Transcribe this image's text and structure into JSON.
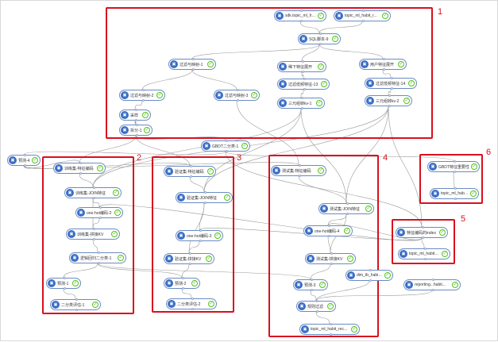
{
  "colors": {
    "group_border": "#d9101e",
    "node_border": "#6a8bc4",
    "icon_fill": "#3b6fc7",
    "status_ok": "#52c41a",
    "edge": "#999999"
  },
  "group_labels": [
    "1",
    "2",
    "3",
    "4",
    "5",
    "6"
  ],
  "nodes": {
    "n1": {
      "label": "sdk.topic_ml_ha...",
      "icon": "table-icon"
    },
    "n2": {
      "label": "topic_ml_habit_r...",
      "icon": "table-icon"
    },
    "n3": {
      "label": "SQL脚本-9",
      "icon": "sql-icon"
    },
    "n4": {
      "label": "过滤与映射-1",
      "icon": "filter-icon"
    },
    "n5": {
      "label": "稀下特征展开",
      "icon": "expand-icon"
    },
    "n6": {
      "label": "用户特征展开",
      "icon": "expand-icon"
    },
    "n7": {
      "label": "过滤低频特征-13",
      "icon": "filter-icon"
    },
    "n8": {
      "label": "过滤低频特征-14",
      "icon": "filter-icon"
    },
    "n9": {
      "label": "过滤与映射-2",
      "icon": "filter-icon"
    },
    "n10": {
      "label": "过滤与映射-3",
      "icon": "filter-icon"
    },
    "n11": {
      "label": "三元组转kv-1",
      "icon": "transform-icon"
    },
    "n12": {
      "label": "三元组转kv-2",
      "icon": "transform-icon"
    },
    "n13": {
      "label": "采样",
      "icon": "sample-icon"
    },
    "n14": {
      "label": "拆分-1",
      "icon": "split-icon"
    },
    "n15": {
      "label": "GBDT二分类-1",
      "icon": "model-icon"
    },
    "n16": {
      "label": "预测-4",
      "icon": "predict-icon"
    },
    "n17": {
      "label": "训练集-特征编码",
      "icon": "encode-icon"
    },
    "n18": {
      "label": "验证集-特征编码",
      "icon": "encode-icon"
    },
    "n19": {
      "label": "测试集-特征编码",
      "icon": "encode-icon"
    },
    "n20": {
      "label": "训练集-JOIN特征",
      "icon": "join-icon"
    },
    "n21": {
      "label": "验证集-JOIN特征",
      "icon": "join-icon"
    },
    "n22": {
      "label": "测试集-JOIN特征",
      "icon": "join-icon"
    },
    "n23": {
      "label": "one-hot编码-2",
      "icon": "encode-icon"
    },
    "n24": {
      "label": "one-hot编码-3",
      "icon": "encode-icon"
    },
    "n25": {
      "label": "one-hot编码-4",
      "icon": "encode-icon"
    },
    "n26": {
      "label": "训练集-拼接KV",
      "icon": "merge-icon"
    },
    "n27": {
      "label": "验证集-拼接KV",
      "icon": "merge-icon"
    },
    "n28": {
      "label": "测试集-拼接KV",
      "icon": "merge-icon"
    },
    "n29": {
      "label": "逻辑回归二分类-1",
      "icon": "model-icon"
    },
    "n30": {
      "label": "预测-1",
      "icon": "predict-icon"
    },
    "n31": {
      "label": "预测-2",
      "icon": "predict-icon"
    },
    "n32": {
      "label": "预测-3",
      "icon": "predict-icon"
    },
    "n33": {
      "label": "二分类评估-1",
      "icon": "eval-icon"
    },
    "n34": {
      "label": "二分类评估-2",
      "icon": "eval-icon"
    },
    "n35": {
      "label": "dim_tb_habit-3",
      "icon": "table-icon"
    },
    "n36": {
      "label": "reporting...habit...",
      "icon": "table-icon"
    },
    "n37": {
      "label": "规则过滤",
      "icon": "filter-icon"
    },
    "n38": {
      "label": "topic_ml_habit_rec...",
      "icon": "table-icon"
    },
    "n39": {
      "label": "GBDT特征重要性",
      "icon": "chart-icon"
    },
    "n40": {
      "label": "topic_ml_habit_r...",
      "icon": "table-icon"
    },
    "n41": {
      "label": "特征编码的index",
      "icon": "index-icon"
    },
    "n42": {
      "label": "topic_ml_habit_r...",
      "icon": "table-icon"
    }
  },
  "edges": [
    [
      "n1",
      "n3"
    ],
    [
      "n2",
      "n3"
    ],
    [
      "n3",
      "n4"
    ],
    [
      "n3",
      "n5"
    ],
    [
      "n3",
      "n6"
    ],
    [
      "n5",
      "n7"
    ],
    [
      "n6",
      "n8"
    ],
    [
      "n4",
      "n9"
    ],
    [
      "n4",
      "n10"
    ],
    [
      "n7",
      "n11"
    ],
    [
      "n8",
      "n12"
    ],
    [
      "n9",
      "n13"
    ],
    [
      "n13",
      "n14"
    ],
    [
      "n14",
      "n15"
    ],
    [
      "n14",
      "n17"
    ],
    [
      "n14",
      "n18"
    ],
    [
      "n10",
      "n19"
    ],
    [
      "n15",
      "n16"
    ],
    [
      "n15",
      "n39"
    ],
    [
      "n15",
      "n41"
    ],
    [
      "n16",
      "n17"
    ],
    [
      "n16",
      "n18"
    ],
    [
      "n16",
      "n19"
    ],
    [
      "n11",
      "n20"
    ],
    [
      "n11",
      "n21"
    ],
    [
      "n11",
      "n22"
    ],
    [
      "n12",
      "n20"
    ],
    [
      "n12",
      "n21"
    ],
    [
      "n12",
      "n22"
    ],
    [
      "n12",
      "n41"
    ],
    [
      "n17",
      "n20"
    ],
    [
      "n18",
      "n21"
    ],
    [
      "n19",
      "n22"
    ],
    [
      "n20",
      "n23"
    ],
    [
      "n21",
      "n24"
    ],
    [
      "n22",
      "n25"
    ],
    [
      "n23",
      "n26"
    ],
    [
      "n24",
      "n27"
    ],
    [
      "n25",
      "n28"
    ],
    [
      "n20",
      "n26"
    ],
    [
      "n21",
      "n27"
    ],
    [
      "n22",
      "n28"
    ],
    [
      "n41",
      "n23"
    ],
    [
      "n41",
      "n24"
    ],
    [
      "n41",
      "n25"
    ],
    [
      "n26",
      "n29"
    ],
    [
      "n29",
      "n30"
    ],
    [
      "n29",
      "n31"
    ],
    [
      "n29",
      "n32"
    ],
    [
      "n27",
      "n31"
    ],
    [
      "n28",
      "n32"
    ],
    [
      "n30",
      "n33"
    ],
    [
      "n31",
      "n34"
    ],
    [
      "n32",
      "n37"
    ],
    [
      "n35",
      "n37"
    ],
    [
      "n36",
      "n37"
    ],
    [
      "n37",
      "n38"
    ],
    [
      "n39",
      "n40"
    ],
    [
      "n41",
      "n42"
    ]
  ]
}
